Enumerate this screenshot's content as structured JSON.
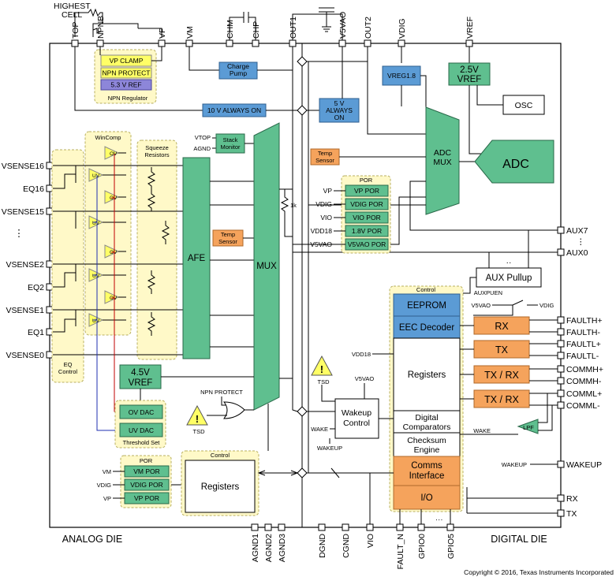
{
  "labels": {
    "highest_cell": [
      "HIGHEST",
      "CELL"
    ],
    "analog_die": "ANALOG DIE",
    "digital_die": "DIGITAL DIE",
    "copyright": "Copyright © 2016, Texas Instruments Incorporated"
  },
  "top_pins": {
    "top": "TOP",
    "npnb": "NPNB",
    "vp": "VP",
    "vm": "VM",
    "chm": "CHM",
    "chp": "CHP",
    "out1": "OUT1",
    "v5vao": "V5VAO",
    "out2": "OUT2",
    "vdig": "VDIG",
    "vref": "VREF"
  },
  "bottom_pins": {
    "agnd1": "AGND1",
    "agnd2": "AGND2",
    "agnd3": "AGND3",
    "dgnd": "DGND",
    "cgnd": "CGND",
    "vio": "VIO",
    "fault_n": "FAULT_N",
    "gpio0": "GPIO0",
    "gpio5": "GPIO5"
  },
  "left_pins": {
    "vsense16": "VSENSE16",
    "eq16": "EQ16",
    "vsense15": "VSENSE15",
    "ellipsis": "⋮",
    "vsense2": "VSENSE2",
    "eq2": "EQ2",
    "vsense1": "VSENSE1",
    "eq1": "EQ1",
    "vsense0": "VSENSE0"
  },
  "right_pins": {
    "aux7": "AUX7",
    "aux0": "AUX0",
    "faulth_p": "FAULTH+",
    "faulth_n": "FAULTH-",
    "faultl_p": "FAULTL+",
    "faultl_n": "FAULTL-",
    "commh_p": "COMMH+",
    "commh_n": "COMMH-",
    "comml_p": "COMML+",
    "comml_n": "COMML-",
    "wakeup": "WAKEUP",
    "rx": "RX",
    "tx": "TX"
  },
  "npn_regulator": {
    "vp_clamp": "VP CLAMP",
    "npn_protect": "NPN PROTECT",
    "ref": "5.3 V REF",
    "label": "NPN Regulator"
  },
  "analog_blocks": {
    "charge_pump": [
      "Charge",
      "Pump"
    ],
    "always_on_10v": "10 V ALWAYS ON",
    "always_on_5v": [
      "5 V",
      "ALWAYS",
      "ON"
    ],
    "wincomp": "WinComp",
    "ov": "OV",
    "uv": "UV",
    "squeeze": [
      "Squeeze",
      "Resistors"
    ],
    "eq_control": [
      "EQ",
      "Control"
    ],
    "afe": "AFE",
    "vtop": "VTOP",
    "agnd": "AGND",
    "stack_monitor": [
      "Stack",
      "Monitor"
    ],
    "temp_sensor": [
      "Temp",
      "Sensor"
    ],
    "mux": "MUX",
    "res_1k": "1k",
    "vref_45": [
      "4.5V",
      "VREF"
    ],
    "ov_dac": "OV DAC",
    "uv_dac": "UV DAC",
    "threshold_set": "Threshold Set",
    "npn_protect_label": "NPN PROTECT",
    "tsd": "TSD",
    "por_title": "POR",
    "por_rows": [
      {
        "pin": "VM",
        "label": "VM POR"
      },
      {
        "pin": "VDIG",
        "label": "VDIG POR"
      },
      {
        "pin": "VP",
        "label": "VP POR"
      }
    ],
    "control_title": "Control",
    "registers": "Registers"
  },
  "digital_blocks": {
    "vreg18": "VREG1.8",
    "vref_25": [
      "2.5V",
      "VREF"
    ],
    "osc": "OSC",
    "adc_mux": [
      "ADC",
      "MUX"
    ],
    "adc": "ADC",
    "temp_sensor": [
      "Temp",
      "Sensor"
    ],
    "por_title": "POR",
    "por_rows": [
      {
        "pin": "VP",
        "label": "VP POR"
      },
      {
        "pin": "VDIG",
        "label": "VDIG POR"
      },
      {
        "pin": "VIO",
        "label": "VIO POR"
      },
      {
        "pin": "VDD18",
        "label": "1.8V POR"
      },
      {
        "pin": "V5VAO",
        "label": "V5VAO POR"
      }
    ],
    "aux_pullup": "AUX Pullup",
    "auxpuen": "AUXPUEN",
    "v5vao": "V5VAO",
    "vdig": "VDIG",
    "control_title": "Control",
    "eeprom": "EEPROM",
    "eec_decoder": "EEC Decoder",
    "registers": "Registers",
    "digital_comparators": [
      "Digital",
      "Comparators"
    ],
    "checksum_engine": [
      "Checksum",
      "Engine"
    ],
    "comms_interface": [
      "Comms",
      "Interface"
    ],
    "io": "I/O",
    "vdd18": "VDD18",
    "tsd": "TSD",
    "v5vao_wake": "V5VAO",
    "wakeup_control": [
      "Wakeup",
      "Control"
    ],
    "wake": "WAKE",
    "wakeup": "WAKEUP",
    "rx": "RX",
    "tx": "TX",
    "tx_rx": "TX / RX",
    "lpf": "LPF",
    "wake2": "WAKE",
    "wakeup2": "WAKEUP"
  },
  "colors": {
    "green": "#5fbf8f",
    "blue": "#5b9bd5",
    "orange": "#f5a35c",
    "purple": "#8d86d9",
    "yellow_region": "#fff9c8"
  }
}
